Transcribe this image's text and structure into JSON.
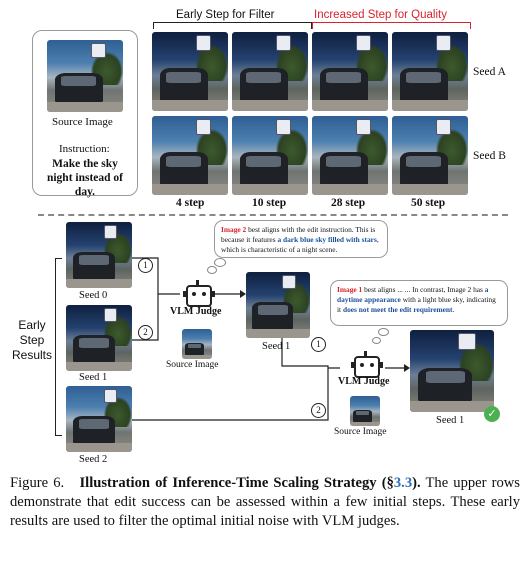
{
  "top": {
    "early_header": "Early Step for Filter",
    "increased_header": "Increased Step for Quality",
    "seed_a": "Seed A",
    "seed_b": "Seed B",
    "steps": [
      "4 step",
      "10 step",
      "28 step",
      "50 step"
    ],
    "source_label": "Source Image",
    "instruction_label": "Instruction:",
    "instruction_text": "Make the sky night instead of day."
  },
  "bottom": {
    "early_results": "Early Step Results",
    "seed0": "Seed 0",
    "seed1": "Seed 1",
    "seed2": "Seed 2",
    "vlm_judge": "VLM Judge",
    "source_image": "Source Image",
    "seed1_mid": "Seed 1",
    "seed1_final": "Seed 1",
    "num1": "1",
    "num2": "2",
    "bubble1": {
      "img": "Image 2",
      "t1": " best aligns with the edit instruction. This is because it features ",
      "hl": "a dark blue sky filled with stars",
      "t2": ", which is characteristic of a night scene."
    },
    "bubble2": {
      "img1": "Image 1",
      "t1": " best aligns ... ... In contrast, Image 2 has ",
      "hl1": "a daytime appearance",
      "t2": " with a light blue sky, indicating it ",
      "hl2": "does not meet the edit requirement",
      "t3": "."
    }
  },
  "caption": {
    "fig": "Figure 6.",
    "title": "Illustration of Inference-Time Scaling Strategy",
    "ref_open": "(§",
    "ref": "3.3",
    "ref_close": ").",
    "body": " The upper rows demonstrate that edit success can be assessed within a few initial steps. These early results are used to filter the optimal initial noise with VLM judges."
  },
  "colors": {
    "accent_red": "#d9232d",
    "link_blue": "#2f6db5",
    "check_green": "#4caf50"
  }
}
